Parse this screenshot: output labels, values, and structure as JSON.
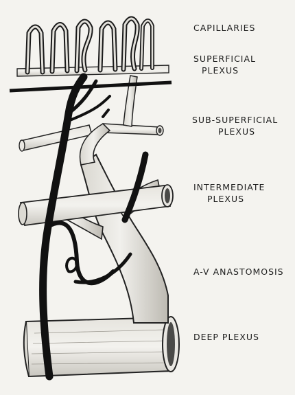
{
  "labels": {
    "capillaries": {
      "lines": [
        "CAPILLARIES"
      ]
    },
    "superficial": {
      "lines": [
        "SUPERFICIAL",
        "PLEXUS"
      ]
    },
    "sub_superficial": {
      "lines": [
        "SUB-SUPERFICIAL",
        "PLEXUS"
      ]
    },
    "intermediate": {
      "lines": [
        "INTERMEDIATE",
        "PLEXUS"
      ]
    },
    "av_anastomosis": {
      "lines": [
        "A-V  ANASTOMOSIS"
      ]
    },
    "deep": {
      "lines": [
        "DEEP  PLEXUS"
      ]
    }
  }
}
